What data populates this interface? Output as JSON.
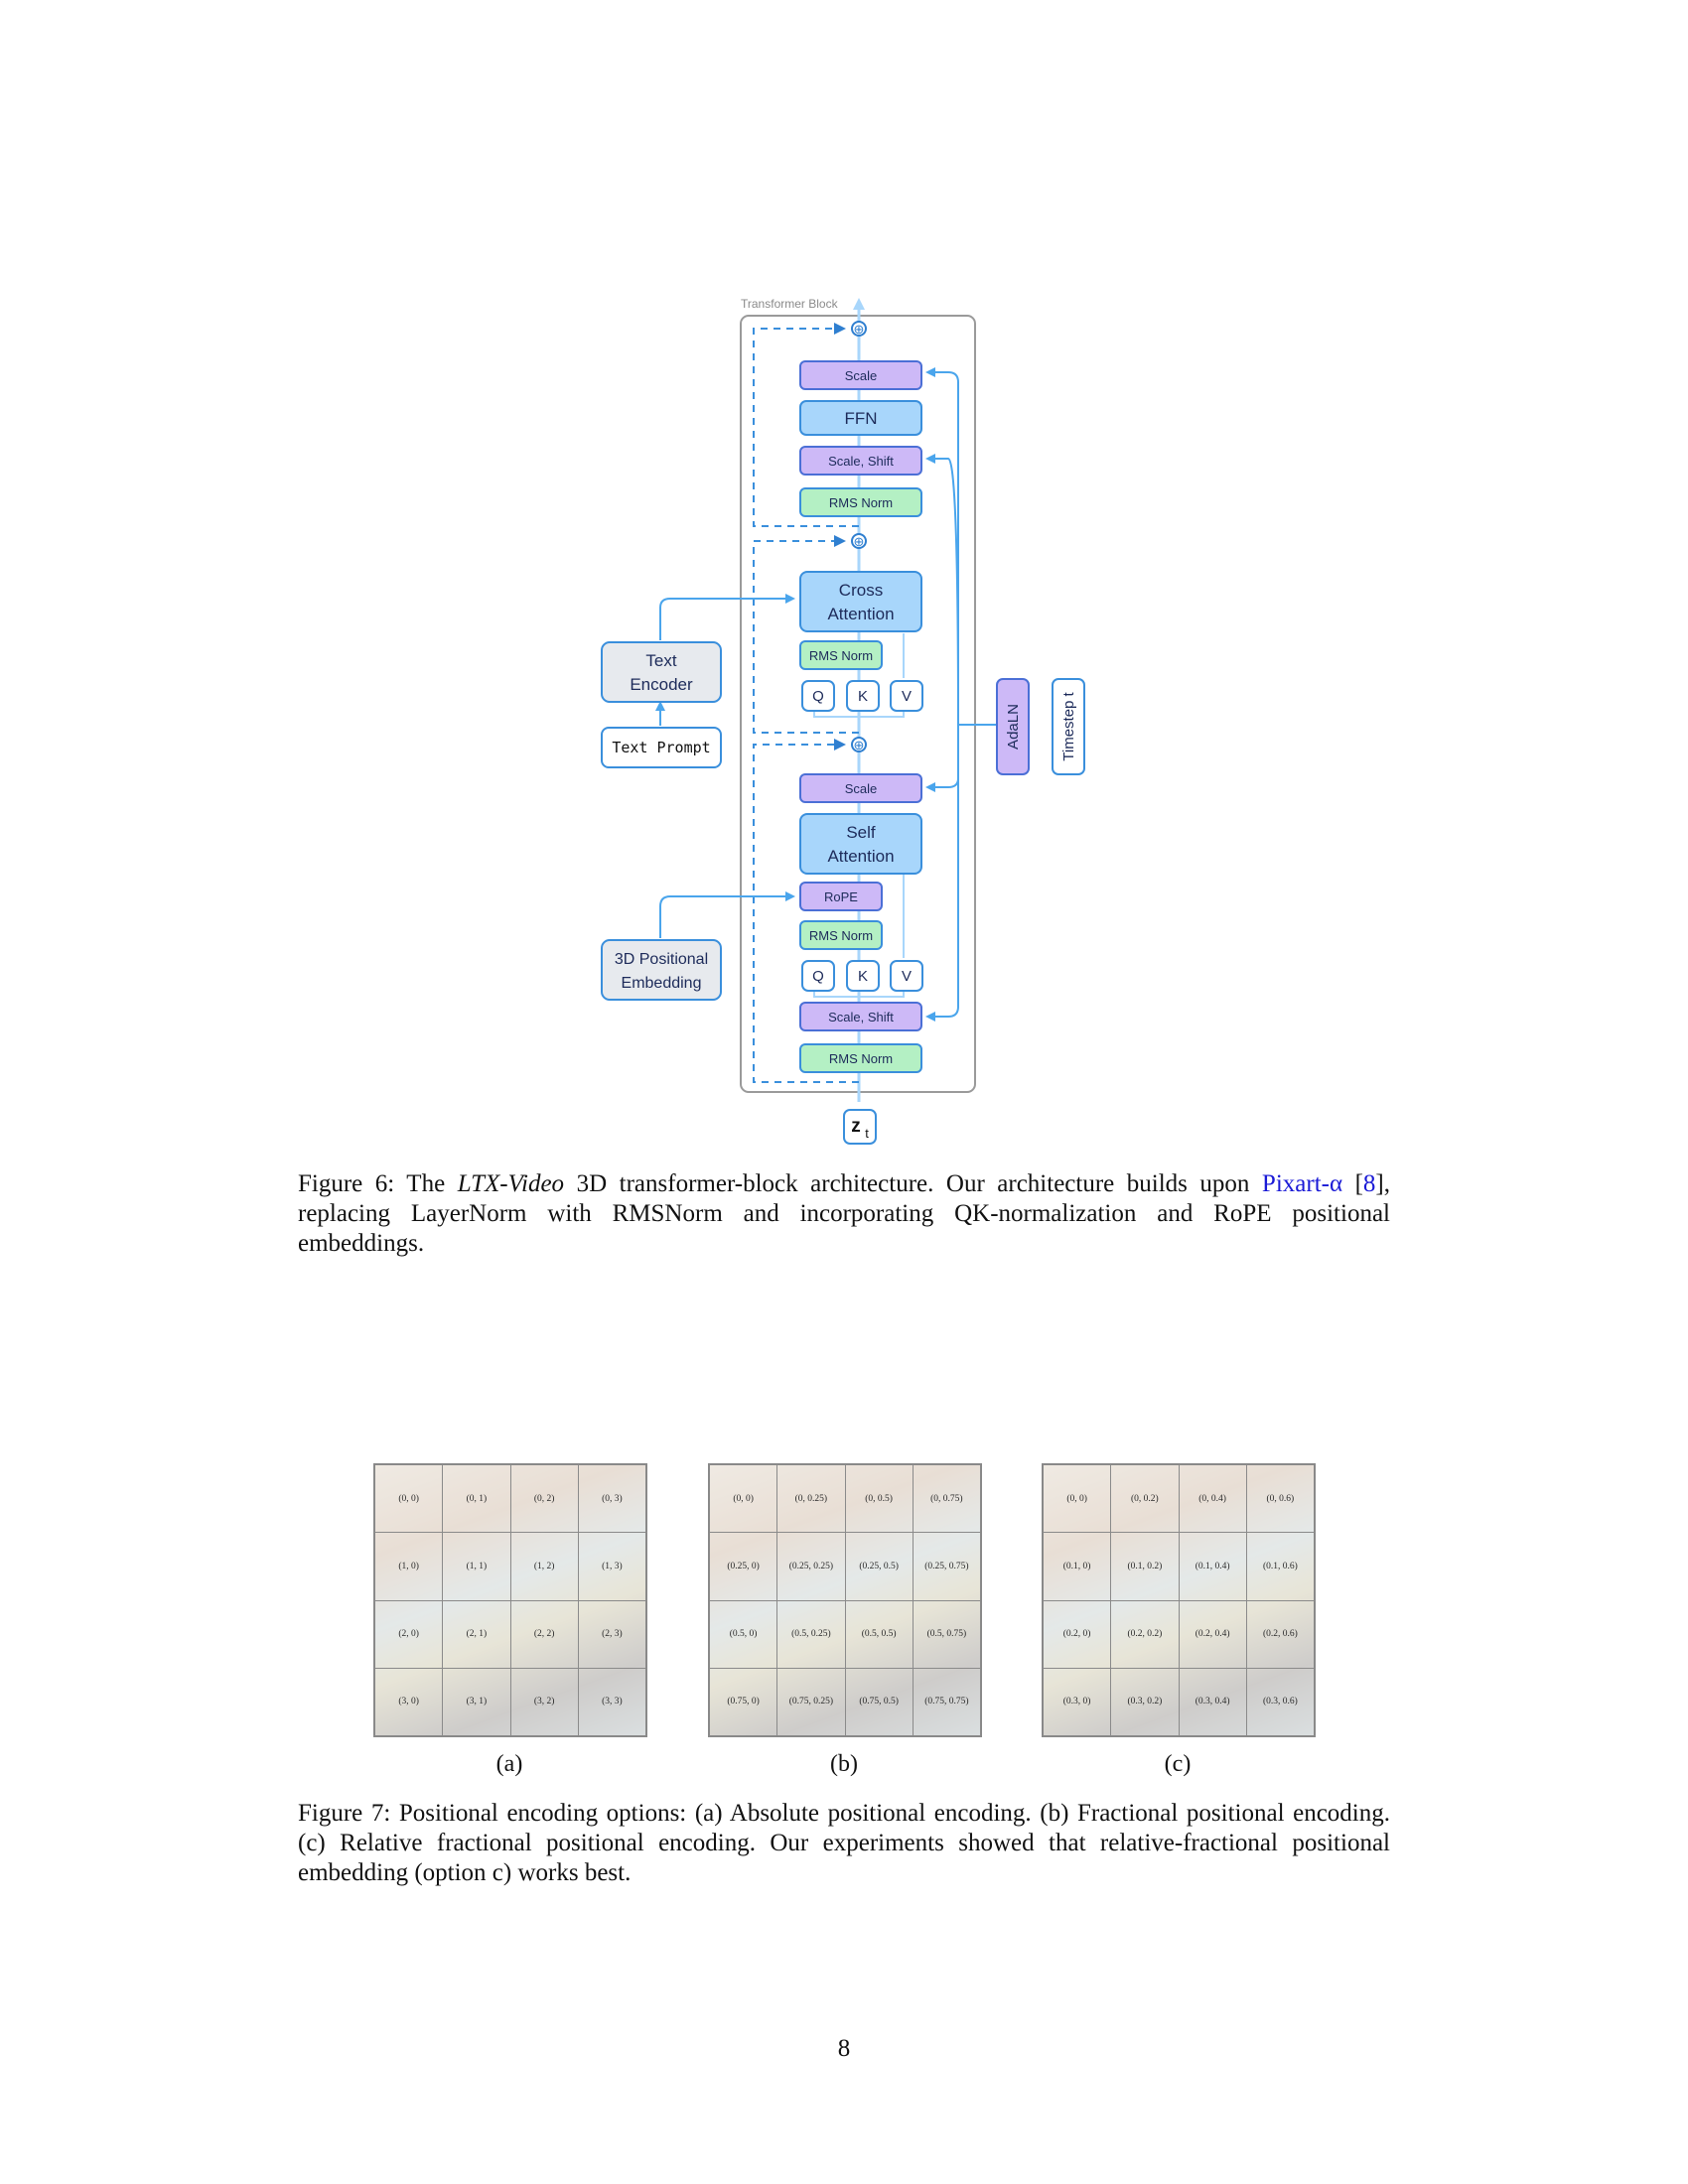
{
  "figure6": {
    "block_label": "Transformer Block",
    "boxes": {
      "scale_top": "Scale",
      "ffn": "FFN",
      "scale_shift_top": "Scale, Shift",
      "rms_norm_ffn": "RMS Norm",
      "cross_attention_1": "Cross",
      "cross_attention_2": "Attention",
      "rms_norm_cross": "RMS Norm",
      "q1": "Q",
      "k1": "K",
      "v1": "V",
      "scale_mid": "Scale",
      "self_attention_1": "Self",
      "self_attention_2": "Attention",
      "rope": "RoPE",
      "rms_norm_self": "RMS Norm",
      "q2": "Q",
      "k2": "K",
      "v2": "V",
      "scale_shift_bottom": "Scale, Shift",
      "rms_norm_bottom": "RMS Norm",
      "text_encoder_1": "Text",
      "text_encoder_2": "Encoder",
      "text_prompt": "Text Prompt",
      "pos_emb_1": "3D Positional",
      "pos_emb_2": "Embedding",
      "adaln": "AdaLN",
      "timestep": "Timestep t",
      "zt_main": "z",
      "zt_sub": "t",
      "plus": "⊕"
    },
    "caption": {
      "prefix": "Figure 6: The ",
      "model": "LTX-Video",
      "mid": " 3D transformer-block architecture. Our architecture builds upon ",
      "link": "Pixart-α",
      "open": " [",
      "ref": "8",
      "rest": "], replacing LayerNorm with RMSNorm and incorporating QK-normalization and RoPE positional embeddings."
    }
  },
  "figure7": {
    "grids": [
      {
        "label": "(a)",
        "cells": [
          [
            "(0, 0)",
            "(0, 1)",
            "(0, 2)",
            "(0, 3)"
          ],
          [
            "(1, 0)",
            "(1, 1)",
            "(1, 2)",
            "(1, 3)"
          ],
          [
            "(2, 0)",
            "(2, 1)",
            "(2, 2)",
            "(2, 3)"
          ],
          [
            "(3, 0)",
            "(3, 1)",
            "(3, 2)",
            "(3, 3)"
          ]
        ]
      },
      {
        "label": "(b)",
        "cells": [
          [
            "(0, 0)",
            "(0, 0.25)",
            "(0, 0.5)",
            "(0, 0.75)"
          ],
          [
            "(0.25, 0)",
            "(0.25, 0.25)",
            "(0.25, 0.5)",
            "(0.25, 0.75)"
          ],
          [
            "(0.5, 0)",
            "(0.5, 0.25)",
            "(0.5, 0.5)",
            "(0.5, 0.75)"
          ],
          [
            "(0.75, 0)",
            "(0.75, 0.25)",
            "(0.75, 0.5)",
            "(0.75, 0.75)"
          ]
        ]
      },
      {
        "label": "(c)",
        "cells": [
          [
            "(0, 0)",
            "(0, 0.2)",
            "(0, 0.4)",
            "(0, 0.6)"
          ],
          [
            "(0.1, 0)",
            "(0.1, 0.2)",
            "(0.1, 0.4)",
            "(0.1, 0.6)"
          ],
          [
            "(0.2, 0)",
            "(0.2, 0.2)",
            "(0.2, 0.4)",
            "(0.2, 0.6)"
          ],
          [
            "(0.3, 0)",
            "(0.3, 0.2)",
            "(0.3, 0.4)",
            "(0.3, 0.6)"
          ]
        ]
      }
    ],
    "caption": "Figure 7: Positional encoding options: (a) Absolute positional encoding. (b) Fractional positional encoding. (c) Relative fractional positional encoding. Our experiments showed that relative-fractional positional embedding (option c) works best."
  },
  "page_number": "8",
  "colors": {
    "purple": "#cdb9f7",
    "purple_border": "#4b6fd6",
    "blue": "#a8d6fb",
    "green": "#b4f0c4",
    "gray": "#e7eaee",
    "arrow": "#4aa5ec",
    "dashed": "#3a8fdc",
    "link": "#1a1ad6"
  }
}
